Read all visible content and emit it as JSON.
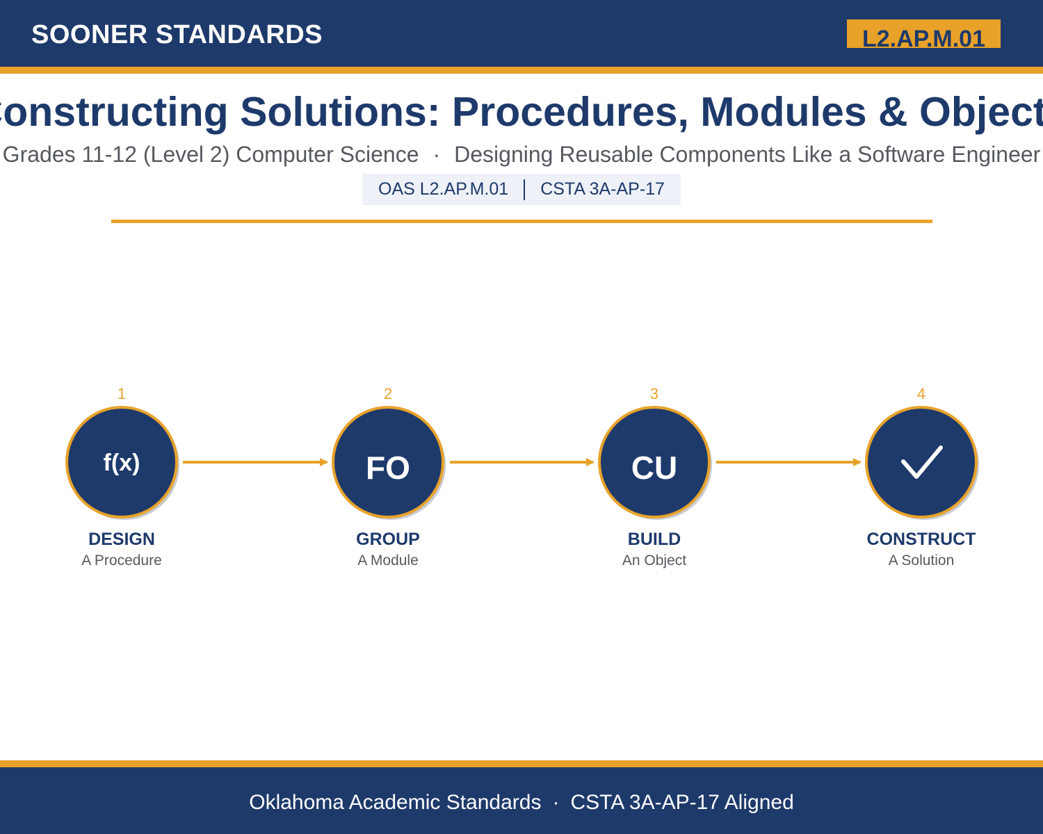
{
  "header": {
    "brand": "SOONER STANDARDS",
    "code_badge": "L2.AP.M.01"
  },
  "title": "Constructing Solutions: Procedures, Modules & Objects",
  "subtitle": {
    "left": "Grades 11-12 (Level 2) Computer Science",
    "separator": "·",
    "right": "Designing Reusable Components Like a Software Engineer"
  },
  "standards": {
    "oas": "OAS L2.AP.M.01",
    "csta": "CSTA 3A-AP-17"
  },
  "steps": [
    {
      "number": "1",
      "glyph": "f(x)",
      "icon": "function-icon",
      "title": "DESIGN",
      "subtitle": "A Procedure"
    },
    {
      "number": "2",
      "glyph": "FO",
      "icon": "module-icon",
      "title": "GROUP",
      "subtitle": "A Module"
    },
    {
      "number": "3",
      "glyph": "CU",
      "icon": "object-icon",
      "title": "BUILD",
      "subtitle": "An Object"
    },
    {
      "number": "4",
      "glyph": "",
      "icon": "checkmark-icon",
      "title": "CONSTRUCT",
      "subtitle": "A Solution"
    }
  ],
  "footer": {
    "left": "Oklahoma Academic Standards",
    "separator": "·",
    "right": "CSTA 3A-AP-17 Aligned"
  },
  "colors": {
    "navy": "#1e3a6b",
    "gold": "#e8a22a",
    "gray_text": "#55595f",
    "pill_bg": "#eef1f8"
  }
}
